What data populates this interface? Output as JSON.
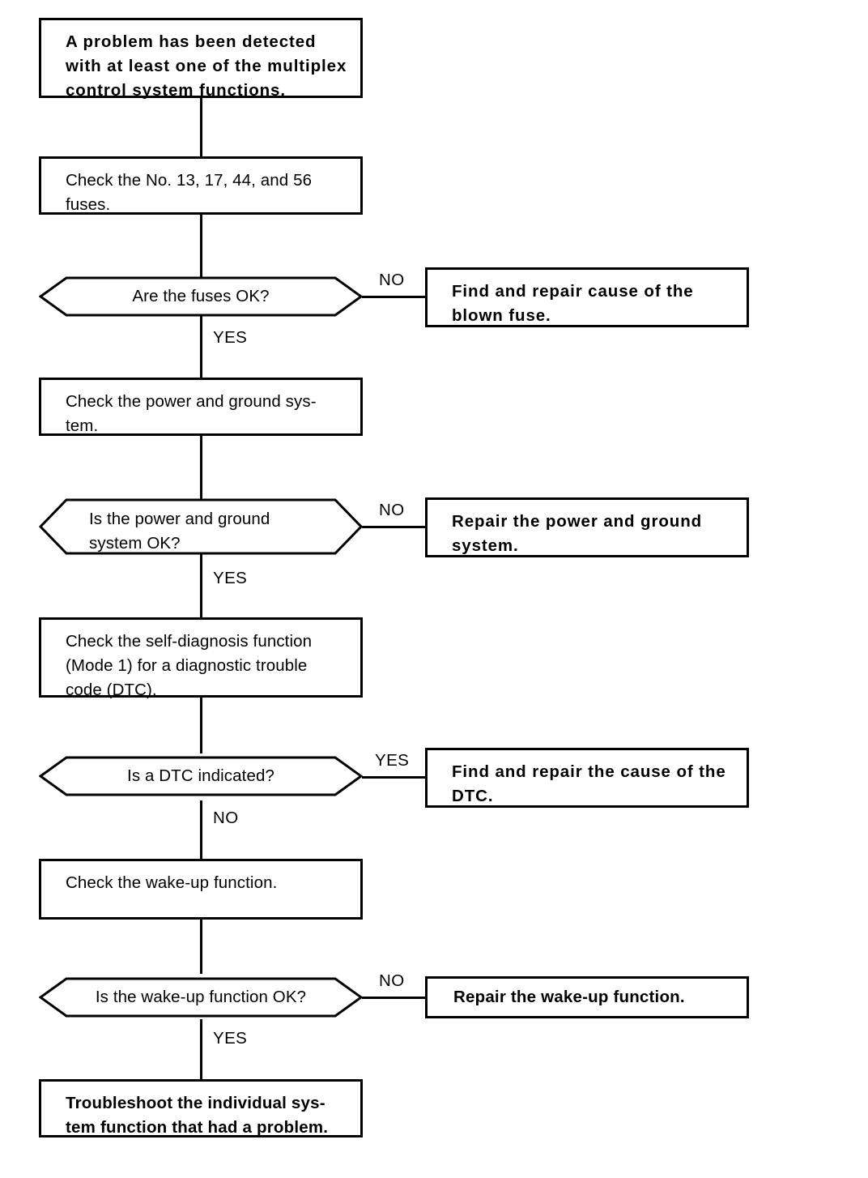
{
  "document": {
    "title": "Multiplex control system troubleshooting flowchart",
    "background_color": "#ffffff",
    "line_color": "#000000"
  },
  "flowchart": {
    "type": "flowchart",
    "orientation": "top-to-bottom",
    "nodes": [
      {
        "id": "start",
        "shape": "rectangle",
        "emphasis": "bold",
        "text": "A problem has been detected\nwith at least one of the multiplex\ncontrol system functions."
      },
      {
        "id": "check-fuses",
        "shape": "rectangle",
        "emphasis": "normal",
        "text": "Check the No. 13, 17, 44, and 56\nfuses."
      },
      {
        "id": "fuses-ok",
        "shape": "hexagon",
        "emphasis": "normal",
        "text": "Are the fuses OK?"
      },
      {
        "id": "repair-fuse",
        "shape": "rectangle",
        "emphasis": "bold",
        "text": "Find and repair cause of the\nblown fuse."
      },
      {
        "id": "check-power-ground",
        "shape": "rectangle",
        "emphasis": "normal",
        "text": "Check the power and ground sys-\ntem."
      },
      {
        "id": "power-ground-ok",
        "shape": "hexagon",
        "emphasis": "normal",
        "text": "Is the power and ground\nsystem OK?"
      },
      {
        "id": "repair-power-ground",
        "shape": "rectangle",
        "emphasis": "bold",
        "text": "Repair the power and ground\nsystem."
      },
      {
        "id": "check-self-diagnosis",
        "shape": "rectangle",
        "emphasis": "normal",
        "text": "Check the self-diagnosis function\n(Mode 1) for a diagnostic trouble\ncode (DTC)."
      },
      {
        "id": "dtc-indicated",
        "shape": "hexagon",
        "emphasis": "normal",
        "text": "Is a DTC indicated?"
      },
      {
        "id": "repair-dtc",
        "shape": "rectangle",
        "emphasis": "bold",
        "text": "Find and repair the cause of the\nDTC."
      },
      {
        "id": "check-wakeup",
        "shape": "rectangle",
        "emphasis": "normal",
        "text": "Check the wake-up function."
      },
      {
        "id": "wakeup-ok",
        "shape": "hexagon",
        "emphasis": "normal",
        "text": "Is the wake-up function OK?"
      },
      {
        "id": "repair-wakeup",
        "shape": "rectangle",
        "emphasis": "bold",
        "text": "Repair the wake-up function."
      },
      {
        "id": "end",
        "shape": "rectangle",
        "emphasis": "bold",
        "text": "Troubleshoot the individual sys-\ntem function that had a problem."
      }
    ],
    "branch_labels": {
      "fuses_down": "YES",
      "fuses_right": "NO",
      "power_ground_down": "YES",
      "power_ground_right": "NO",
      "dtc_down": "NO",
      "dtc_right": "YES",
      "wakeup_down": "YES",
      "wakeup_right": "NO"
    }
  }
}
